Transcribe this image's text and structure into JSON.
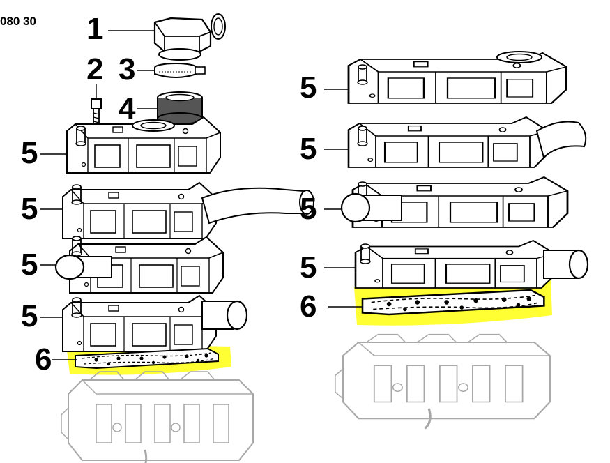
{
  "figure": {
    "reference_code": "080 30",
    "callouts": {
      "p1": "1",
      "p2": "2",
      "p3": "3",
      "p4": "4",
      "p5": "5",
      "p6": "6"
    },
    "highlight_color": "#ffff33",
    "line_color": "#000000",
    "engine_block_color": "#a8a8a8"
  }
}
